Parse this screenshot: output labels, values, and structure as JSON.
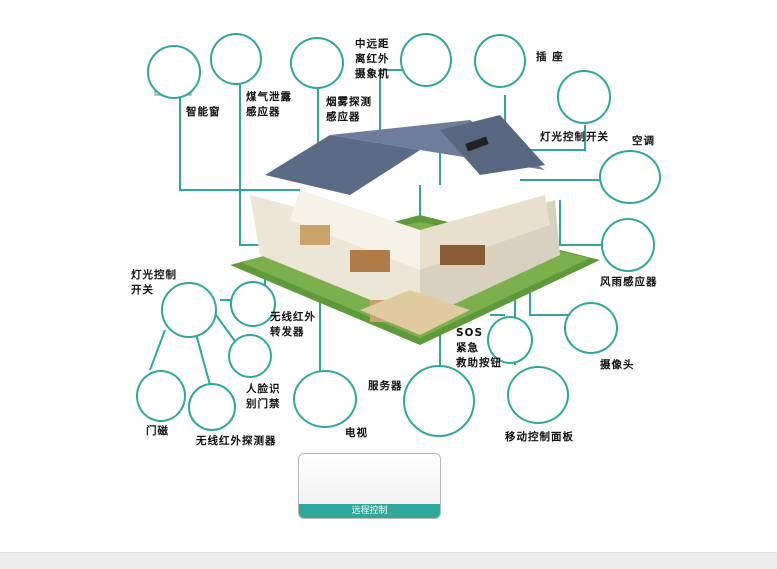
{
  "colors": {
    "accent": "#2ea89a",
    "roof": "#5a6b86",
    "wall": "#f3efe6",
    "grass": "#5f9a3a"
  },
  "labels": {
    "smart_window": "智能窗",
    "gas_leak": "煤气泄露\n感应器",
    "smoke": "烟雾探测\n感应器",
    "ir_remote": "中远距\n离红外\n摄象机",
    "socket": "插  座",
    "light_switch_top": "灯光控制开关",
    "air_conditioner": "空调",
    "wind_rain": "风雨感应器",
    "camera": "摄像头",
    "light_switch_left": "灯光控制\n开关",
    "ir_repeater": "无线红外\n转发器",
    "face_door": "人脸识\n别门禁",
    "door_magnet": "门磁",
    "ir_detector": "无线红外探测器",
    "tv": "电视",
    "server": "服务器",
    "sos": "SOS\n紧急\n救助按钮",
    "mobile_panel": "移动控制面板",
    "remote_control": "远程控制"
  }
}
